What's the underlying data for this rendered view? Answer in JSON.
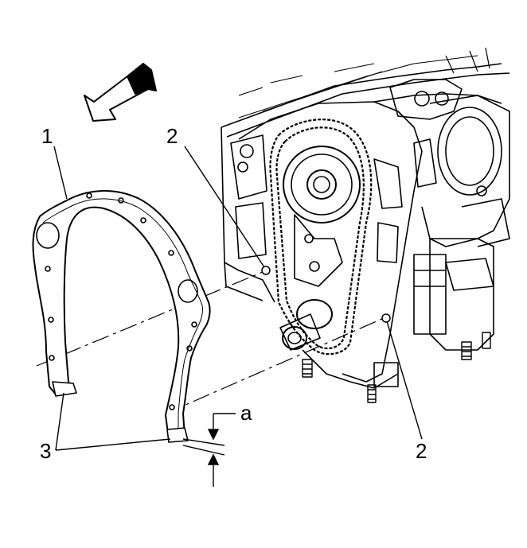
{
  "callouts": {
    "gasket": "1",
    "dowel_upper": "2",
    "dowel_lower": "2",
    "gasket_tabs": "3",
    "dimension": "a"
  },
  "icons": {
    "view_arrow": "direction-arrow-icon"
  }
}
